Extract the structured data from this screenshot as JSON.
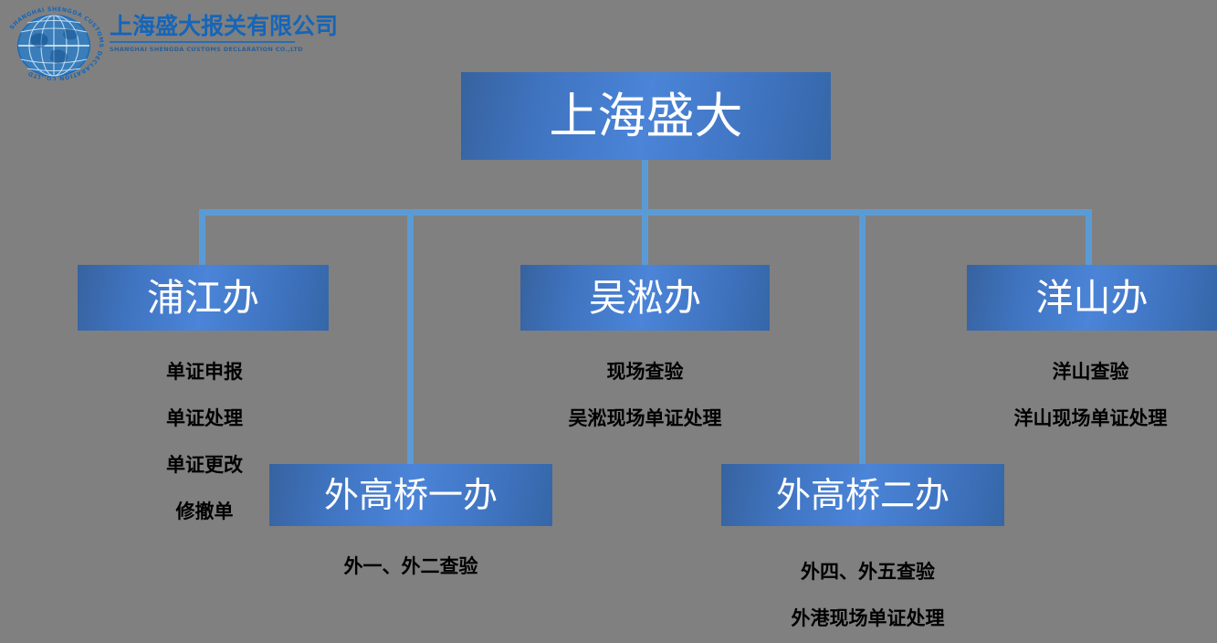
{
  "background_color": "#808080",
  "logo": {
    "name": "shengda-logo",
    "company_cn": "上海盛大报关有限公司",
    "company_en": "SHANGHAI SHENGDA  CUSTOMS DECLARATION CO.,LTD",
    "ring_text": "SHANGHAI SHENGDA  CUSTOMS DECLARATION CO.,LTD",
    "color": "#1565b8"
  },
  "chart_data": {
    "type": "diagram",
    "subtype": "organization-chart",
    "title": "上海盛大",
    "box_fill": "#3f74c0",
    "box_text_color": "#ffffff",
    "connector_color": "#5b9bd5",
    "note_text_color": "#000000",
    "nodes": [
      {
        "id": "root",
        "label": "上海盛大",
        "level": 1,
        "parent": null,
        "notes": []
      },
      {
        "id": "pujiang",
        "label": "浦江办",
        "level": 2,
        "parent": "root",
        "notes": [
          "单证申报",
          "单证处理",
          "单证更改",
          "修撤单"
        ]
      },
      {
        "id": "wgq1",
        "label": "外高桥一办",
        "level": 3,
        "parent": "root",
        "notes": [
          "外一、外二查验"
        ]
      },
      {
        "id": "wusong",
        "label": "吴淞办",
        "level": 2,
        "parent": "root",
        "notes": [
          "现场查验",
          "吴淞现场单证处理"
        ]
      },
      {
        "id": "wgq2",
        "label": "外高桥二办",
        "level": 3,
        "parent": "root",
        "notes": [
          "外四、外五查验",
          "外港现场单证处理"
        ]
      },
      {
        "id": "yangshan",
        "label": "洋山办",
        "level": 2,
        "parent": "root",
        "notes": [
          "洋山查验",
          "洋山现场单证处理"
        ]
      }
    ]
  }
}
